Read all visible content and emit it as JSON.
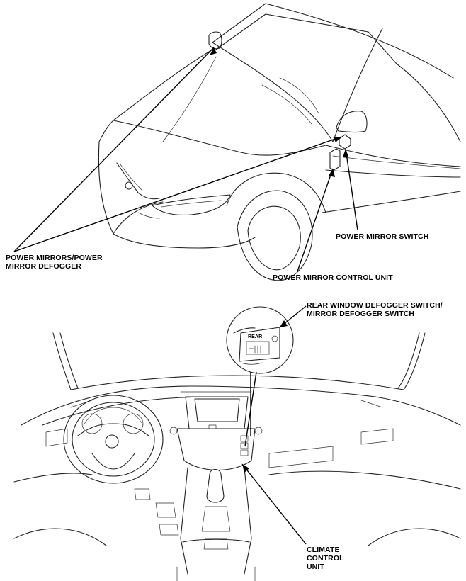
{
  "labels": {
    "power_mirrors": [
      "POWER MIRRORS/POWER",
      "MIRROR DEFOGGER"
    ],
    "power_mirror_switch": "POWER MIRROR SWITCH",
    "power_mirror_control_unit": "POWER MIRROR CONTROL UNIT",
    "rear_window_defogger_switch": [
      "REAR WINDOW DEFOGGER SWITCH/",
      "MIRROR DEFOGGER SWITCH"
    ],
    "climate_control_unit": [
      "CLIMATE",
      "CONTROL",
      "UNIT"
    ],
    "inset_button_text": "REAR"
  }
}
